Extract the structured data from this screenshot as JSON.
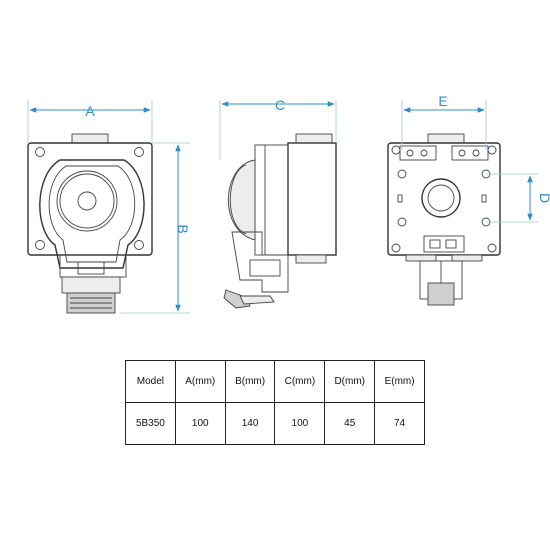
{
  "dimensions": {
    "A": "A",
    "B": "B",
    "C": "C",
    "D": "D",
    "E": "E"
  },
  "table": {
    "headers": [
      "Model",
      "A(mm)",
      "B(mm)",
      "C(mm)",
      "D(mm)",
      "E(mm)"
    ],
    "rows": [
      [
        "5B350",
        "100",
        "140",
        "100",
        "45",
        "74"
      ]
    ]
  },
  "colors": {
    "dimension": "#2f8fc4",
    "outline": "#333333"
  }
}
